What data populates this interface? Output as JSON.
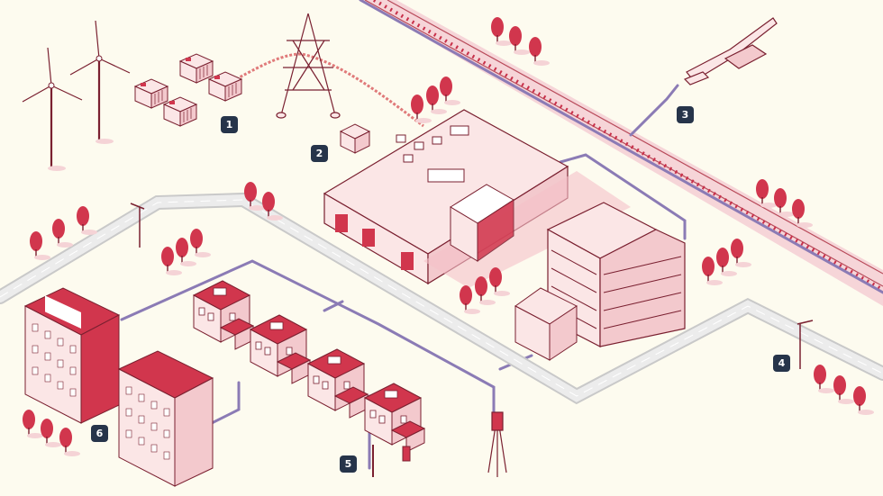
{
  "colors": {
    "background": "#fdfbef",
    "brand_red": "#c8304a",
    "light_red": "#f5c2c8",
    "wall": "#fbe6e6",
    "outline": "#7a2030",
    "road_edge": "#c9c9c9",
    "road": "#ebebeb",
    "cable": "#8b7bb5",
    "power_line": "#e07a7a",
    "marker": "#26344a",
    "marker_text": "#ffffff"
  },
  "markers": [
    {
      "id": "1",
      "label": "1",
      "site": "battery-containers"
    },
    {
      "id": "2",
      "label": "2",
      "site": "power-pylon"
    },
    {
      "id": "3",
      "label": "3",
      "site": "drilling-rig"
    },
    {
      "id": "4",
      "label": "4",
      "site": "street-light"
    },
    {
      "id": "5",
      "label": "5",
      "site": "ev-charger"
    },
    {
      "id": "6",
      "label": "6",
      "site": "apartment-blocks"
    }
  ],
  "icons": [
    "wind-turbine-icon",
    "battery-container-icon",
    "power-pylon-icon",
    "drilling-rig-icon",
    "street-light-icon",
    "cell-tower-icon",
    "tree-icon"
  ]
}
